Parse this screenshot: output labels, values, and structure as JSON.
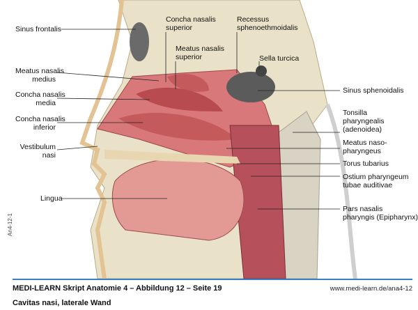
{
  "labels": {
    "sinus_frontalis": "Sinus frontalis",
    "concha_superior": [
      "Concha nasalis",
      "superior"
    ],
    "recessus": [
      "Recessus",
      "sphenoethmoidalis"
    ],
    "meatus_superior": [
      "Meatus nasalis",
      "superior"
    ],
    "sella_turcica": "Sella turcica",
    "meatus_medius": [
      "Meatus nasalis",
      "medius"
    ],
    "concha_media": [
      "Concha nasalis",
      "media"
    ],
    "sinus_sphenoidalis": "Sinus sphenoidalis",
    "concha_inferior": [
      "Concha nasalis",
      "inferior"
    ],
    "tonsilla": [
      "Tonsilla",
      "pharyngealis",
      "(adenoidea)"
    ],
    "meatus_naso": [
      "Meatus naso-",
      "pharyngeus"
    ],
    "vestibulum": [
      "Vestibulum",
      "nasi"
    ],
    "torus": "Torus tubarius",
    "ostium": [
      "Ostium pharyngeum",
      "tubae auditivae"
    ],
    "lingua": "Lingua",
    "pars_nasalis": [
      "Pars nasalis",
      "pharyngis (Epipharynx)"
    ]
  },
  "figure_code": "An4-12-1",
  "footer": {
    "title": "MEDI-LEARN Skript Anatomie 4 – Abbildung 12 – Seite 19",
    "subtitle": "Cavitas nasi, laterale Wand",
    "url": "www.medi-learn.de/ana4-12"
  },
  "colors": {
    "accent": "#3a7fc1",
    "mucosa": "#d9787a",
    "bone": "#e8e0c4"
  }
}
